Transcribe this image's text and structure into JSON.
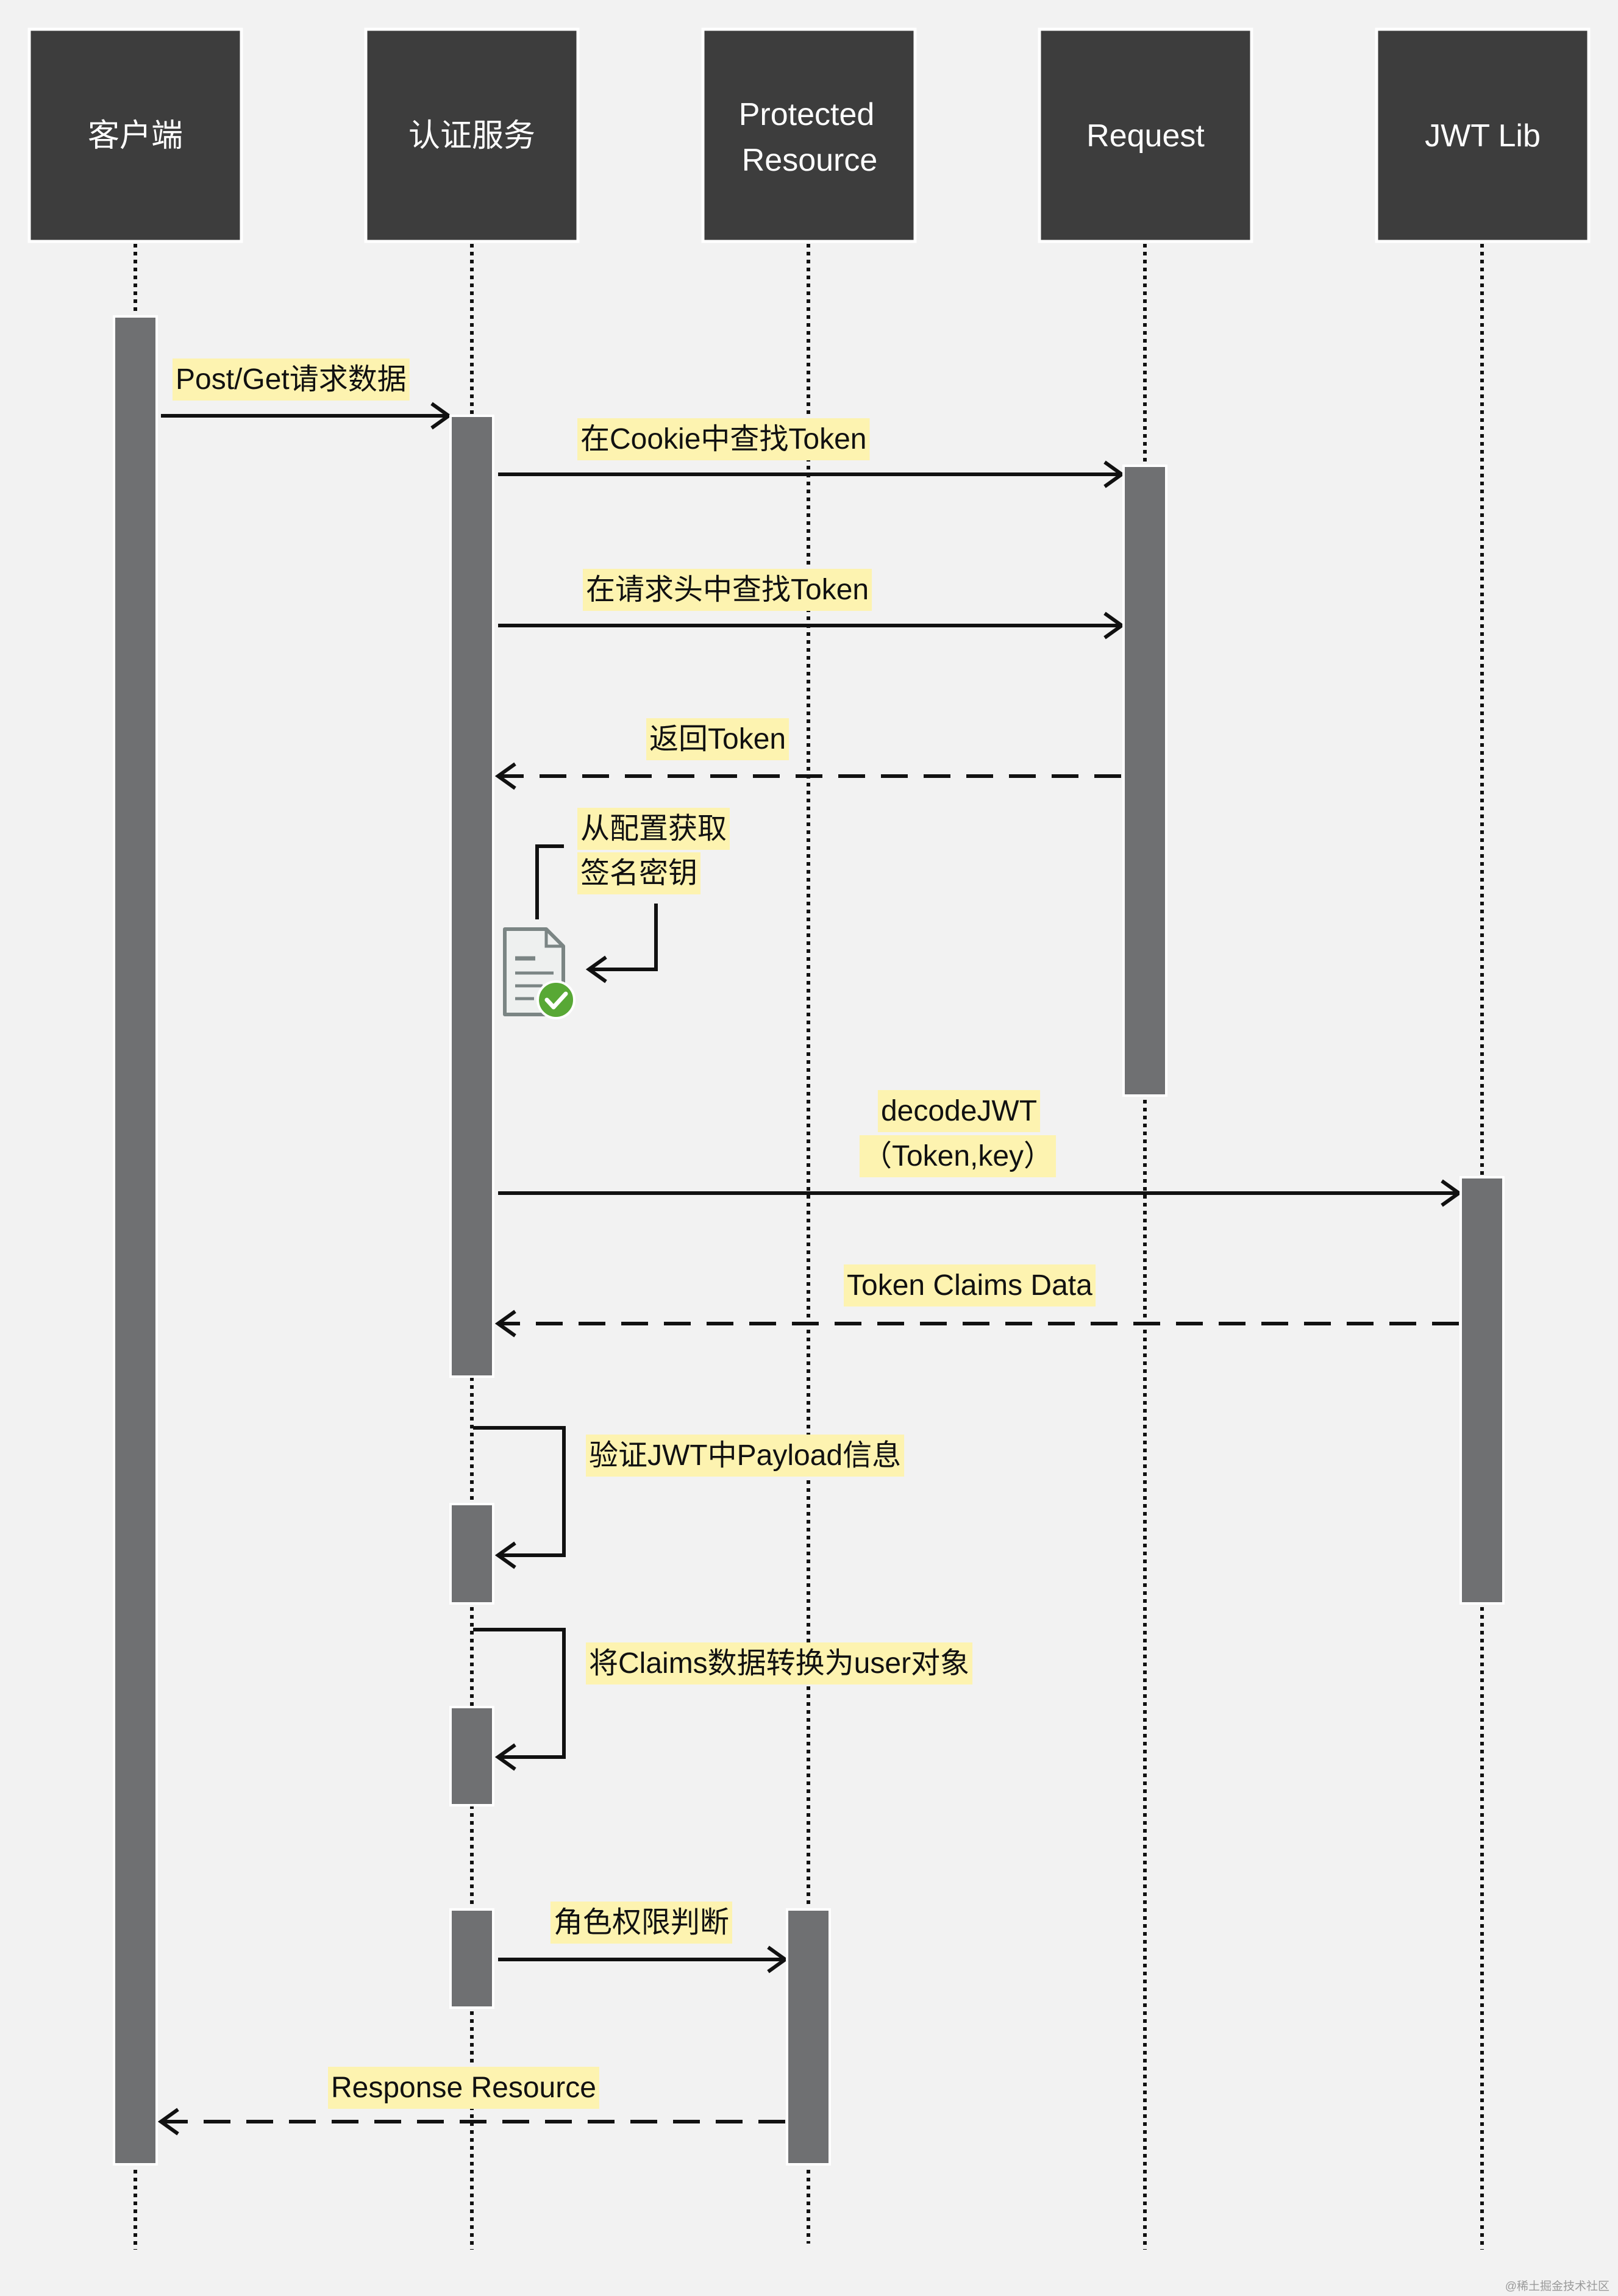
{
  "participants": {
    "client": "客户端",
    "auth_service": "认证服务",
    "protected_resource": [
      "Protected",
      "Resource"
    ],
    "request": "Request",
    "jwt_lib": "JWT Lib"
  },
  "messages": {
    "post_get_request": "Post/Get请求数据",
    "find_in_cookie": "在Cookie中查找Token",
    "find_in_header": "在请求头中查找Token",
    "return_token": "返回Token",
    "get_signing_key": [
      "从配置获取",
      "签名密钥"
    ],
    "decode_jwt": [
      "decodeJWT",
      "（Token,key）"
    ],
    "token_claims_data": "Token Claims Data",
    "verify_payload": "验证JWT中Payload信息",
    "convert_claims": "将Claims数据转换为user对象",
    "role_permission_check": "角色权限判断",
    "response_resource": "Response Resource"
  },
  "note_icon": "document-check-icon",
  "watermark": "@稀土掘金技术社区",
  "colors": {
    "background": "#f2f2f2",
    "participant_box": "#3d3d3d",
    "participant_text": "#ffffff",
    "activation_bar": "#6f7072",
    "label_highlight": "#fdf3b0",
    "line": "#111111",
    "check_green": "#58a835"
  }
}
